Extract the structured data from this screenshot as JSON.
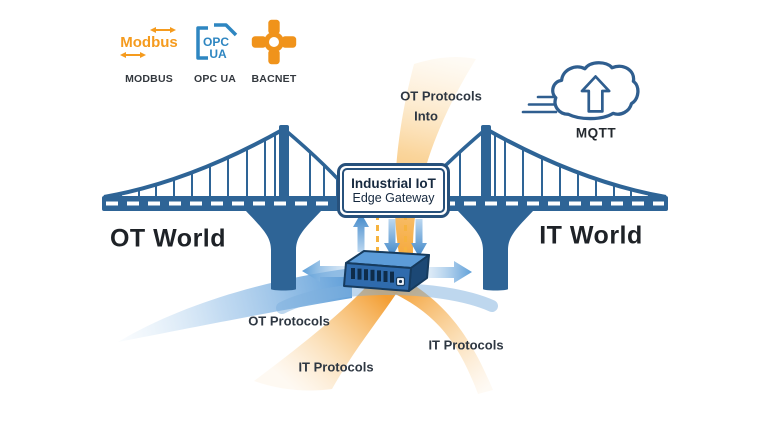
{
  "protocols": {
    "items": [
      {
        "label": "MODBUS"
      },
      {
        "label": "OPC UA"
      },
      {
        "label": "BACNET"
      }
    ],
    "modbus_logo_text": "Modbus",
    "opcua_logo_line1": "OPC",
    "opcua_logo_line2": "UA"
  },
  "cloud": {
    "label": "MQTT"
  },
  "worlds": {
    "left": "OT World",
    "right": "IT World"
  },
  "gateway": {
    "title": "Industrial IoT",
    "subtitle": "Edge Gateway"
  },
  "flows": {
    "top_line1": "OT Protocols",
    "top_line2": "Into",
    "bottom_left": "OT Protocols",
    "bottom_center": "IT Protocols",
    "bottom_right": "IT Protocols"
  },
  "colors": {
    "orange_accent": "#F59B1E",
    "orange_swoosh": "#F2941E",
    "blue_logo": "#2E86C1",
    "bridge_blue": "#2E6496",
    "arrow_blue": "#3E86C8",
    "navy_outline": "#27517C",
    "text_dark": "#1E2227"
  }
}
